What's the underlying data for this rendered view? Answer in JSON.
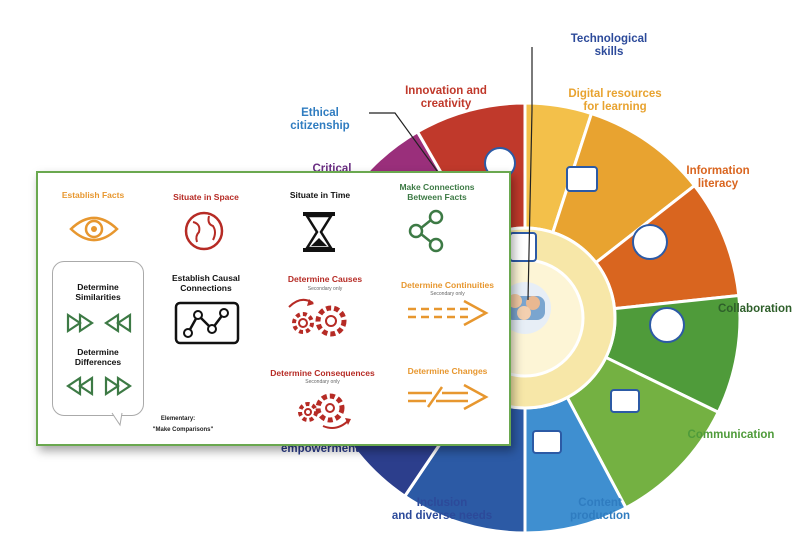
{
  "colors": {
    "orange": "#e7972f",
    "red": "#b62b25",
    "green": "#3d7a45",
    "darkred": "#8e2a2a",
    "blue": "#2f7cc0",
    "card_border": "#6aa84f"
  },
  "wheel": {
    "labels": {
      "technological_skills": "Technological\nskills",
      "digital_resources": "Digital resources\nfor learning",
      "information_literacy": "Information\nliteracy",
      "collaboration": "Collaboration",
      "communication": "Communication",
      "content_production": "Content\nproduction",
      "inclusion": "Inclusion\nand diverse needs",
      "empowerment": "empowerment",
      "ethical_citizenship": "Ethical citizenship",
      "innovation": "Innovation and\ncreativity",
      "critical_partial": "Critical"
    },
    "segments": [
      {
        "name": "technological-skills",
        "color": "#f3c04a"
      },
      {
        "name": "digital-resources",
        "color": "#e8a330"
      },
      {
        "name": "information-literacy",
        "color": "#d9651f"
      },
      {
        "name": "collaboration",
        "color": "#4f9b3a"
      },
      {
        "name": "communication",
        "color": "#74b142"
      },
      {
        "name": "content-production",
        "color": "#3f8fd0"
      },
      {
        "name": "inclusion",
        "color": "#2c5aa5"
      },
      {
        "name": "empowerment",
        "color": "#2c3e8c"
      },
      {
        "name": "ethical-citizenship",
        "color": "#5a2d82"
      },
      {
        "name": "critical-thinking",
        "color": "#9a2f7b"
      },
      {
        "name": "innovation",
        "color": "#c0392b"
      }
    ]
  },
  "card": {
    "establish_facts": "Establish Facts",
    "situate_space": "Situate in Space",
    "situate_time": "Situate in Time",
    "make_connections": "Make Connections\nBetween Facts",
    "determine_similarities": "Determine\nSimilarities",
    "determine_differences": "Determine\nDifferences",
    "establish_causal": "Establish Causal\nConnections",
    "determine_causes": "Determine Causes",
    "determine_causes_sub": "Secondary only",
    "determine_continuities": "Determine  Continuities",
    "determine_continuities_sub": "Secondary only",
    "determine_consequences": "Determine Consequences",
    "determine_consequences_sub": "Secondary only",
    "determine_changes": "Determine Changes",
    "elementary": "Elementary:",
    "make_comparisons": "\"Make Comparisons\""
  }
}
